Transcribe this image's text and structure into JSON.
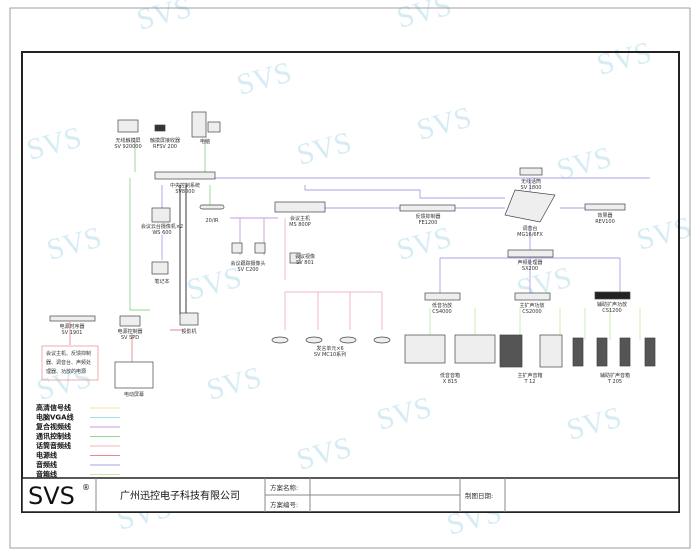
{
  "watermark": "SVS",
  "devices": {
    "touch_panel": {
      "name": "无线触摸屏",
      "model": "SV 920000"
    },
    "touch_receiver": {
      "name": "触摸屏接收器",
      "model": "RFSV 200"
    },
    "pc": {
      "name": "电脑",
      "model": ""
    },
    "central_control": {
      "name": "中央控制系统",
      "model": "SV8000"
    },
    "ir": {
      "name": "",
      "model": "20/IR"
    },
    "ptz_camera": {
      "name": "会议云台摄像机×2",
      "model": "WS 600"
    },
    "laptop": {
      "name": "笔记本",
      "model": ""
    },
    "tracking_camera": {
      "name": "会议跟踪摄像头",
      "model": "SV C200"
    },
    "conf_host": {
      "name": "会议主机",
      "model": "MS 800P"
    },
    "conf_monitor": {
      "name": "会议视像",
      "model": "SV 801"
    },
    "feedback": {
      "name": "反馈抑制器",
      "model": "FE1200"
    },
    "wireless_mic": {
      "name": "无线话筒",
      "model": "SV 1800"
    },
    "mixer": {
      "name": "调音台",
      "model": "MG16/6FX"
    },
    "effects": {
      "name": "效果器",
      "model": "REV100"
    },
    "processor": {
      "name": "声频处理器",
      "model": "SX200"
    },
    "amp_low": {
      "name": "低音功放",
      "model": "CS4000"
    },
    "amp_main": {
      "name": "主扩声功放",
      "model": "CS2000"
    },
    "amp_aux": {
      "name": "辅助扩声功放",
      "model": "CS1200"
    },
    "spk_low": {
      "name": "低音音箱",
      "model": "X 815"
    },
    "spk_main": {
      "name": "主扩声音箱",
      "model": "T 12"
    },
    "spk_aux": {
      "name": "辅助扩声音箱",
      "model": "T 205"
    },
    "mic_units": {
      "name": "发言单元×6",
      "model": "SV MC10系列"
    },
    "sequencer": {
      "name": "电源时序器",
      "model": "SV 1901"
    },
    "power_ctrl": {
      "name": "电源控制器",
      "model": "SV SPD"
    },
    "projector": {
      "name": "投影机",
      "model": ""
    },
    "screen": {
      "name": "电动屏幕",
      "model": ""
    }
  },
  "note": [
    "会议主机、反馈抑制",
    "器、调音台、声频处",
    "理器、功放的电源"
  ],
  "legend": [
    {
      "label": "高清信号线",
      "color": "#f2e79a"
    },
    {
      "label": "电脑VGA线",
      "color": "#9fe3e0"
    },
    {
      "label": "复合视频线",
      "color": "#c69be0"
    },
    {
      "label": "通讯控制线",
      "color": "#8fd68f"
    },
    {
      "label": "话筒音频线",
      "color": "#f0b4c4"
    },
    {
      "label": "电源线",
      "color": "#e88a8a"
    },
    {
      "label": "音频线",
      "color": "#a9a0e8"
    },
    {
      "label": "音箱线",
      "color": "#c8eaa8"
    }
  ],
  "title_block": {
    "logo": "SVS",
    "reg": "®",
    "company": "广州迅控电子科技有限公司",
    "plan_name": "方案名称:",
    "plan_no": "方案编号:",
    "date": "制图日期:"
  }
}
